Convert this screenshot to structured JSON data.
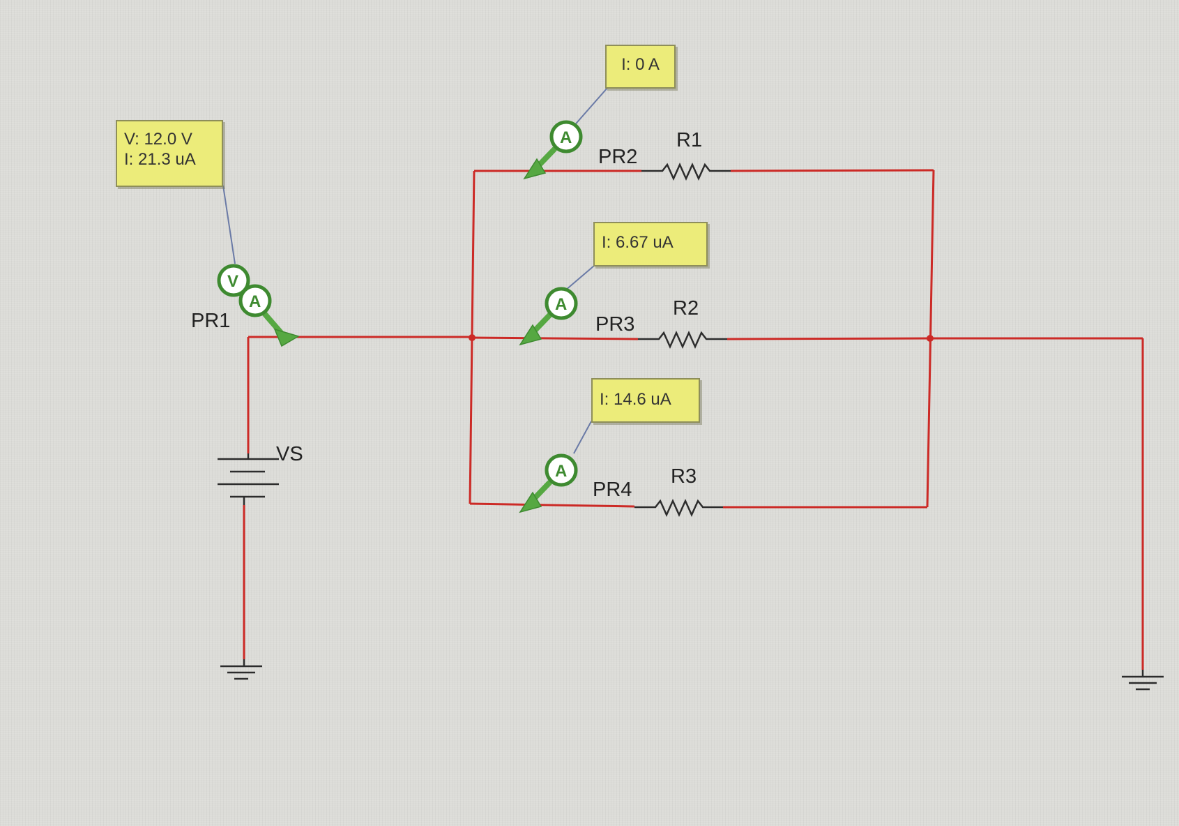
{
  "colors": {
    "wire": "#cc2a26",
    "probe": "#3e8a30",
    "tag_fill": "#ecec7a",
    "background": "#dcdcd8"
  },
  "icons": [
    "voltmeter-icon",
    "ammeter-icon",
    "resistor-icon",
    "battery-icon",
    "ground-icon"
  ],
  "source": {
    "label": "VS"
  },
  "probes": {
    "pr1": {
      "label": "PR1",
      "voltage": "V: 12.0 V",
      "current": "I: 21.3 uA",
      "meter_letters": [
        "V",
        "A"
      ]
    },
    "pr2": {
      "label": "PR2",
      "current": "I: 0 A",
      "meter_letter": "A"
    },
    "pr3": {
      "label": "PR3",
      "current": "I: 6.67 uA",
      "meter_letter": "A"
    },
    "pr4": {
      "label": "PR4",
      "current": "I: 14.6 uA",
      "meter_letter": "A"
    }
  },
  "resistors": {
    "r1": {
      "label": "R1"
    },
    "r2": {
      "label": "R2"
    },
    "r3": {
      "label": "R3"
    }
  }
}
